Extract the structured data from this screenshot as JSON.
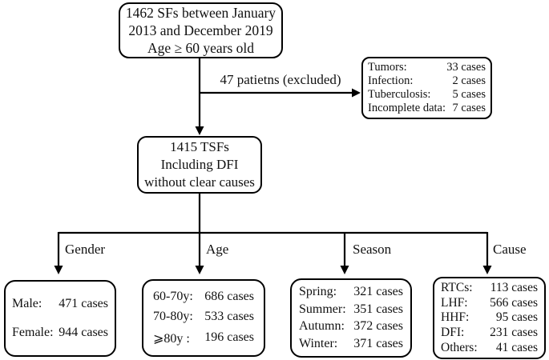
{
  "figure": {
    "top_box": {
      "lines": [
        "1462 SFs between January",
        "2013 and December 2019",
        "Age ≥ 60 years old"
      ]
    },
    "excluded_label": "47 patietns (excluded)",
    "excluded_box": {
      "rows": [
        {
          "label": "Tumors:",
          "value": "33 cases"
        },
        {
          "label": "Infection:",
          "value": "2 cases"
        },
        {
          "label": "Tuberculosis:",
          "value": "5 cases"
        },
        {
          "label": "Incomplete data:",
          "value": "7 cases"
        }
      ]
    },
    "middle_box": {
      "lines": [
        "1415 TSFs",
        "Including DFI",
        "without clear causes"
      ]
    },
    "branches": [
      {
        "label": "Gender",
        "rows": [
          {
            "label": "Male:",
            "value": "471 cases"
          },
          {
            "label": "Female:",
            "value": "944 cases"
          }
        ]
      },
      {
        "label": "Age",
        "rows": [
          {
            "label": "60-70y:",
            "value": "686 cases"
          },
          {
            "label": "70-80y:",
            "value": "533 cases"
          },
          {
            "label": "⩾80y :",
            "value": "196 cases"
          }
        ]
      },
      {
        "label": "Season",
        "rows": [
          {
            "label": "Spring:",
            "value": "321 cases"
          },
          {
            "label": "Summer:",
            "value": "351 cases"
          },
          {
            "label": "Autumn:",
            "value": "372 cases"
          },
          {
            "label": "Winter:",
            "value": "371 cases"
          }
        ]
      },
      {
        "label": "Cause",
        "rows": [
          {
            "label": "RTCs:",
            "value": "113 cases"
          },
          {
            "label": "LHF:",
            "value": "566 cases"
          },
          {
            "label": "HHF:",
            "value": "95 cases"
          },
          {
            "label": "DFI:",
            "value": "231 cases"
          },
          {
            "label": "Others:",
            "value": "41 cases"
          }
        ]
      }
    ],
    "colors": {
      "line": "#000000",
      "text": "#111111",
      "background": "#ffffff"
    }
  }
}
